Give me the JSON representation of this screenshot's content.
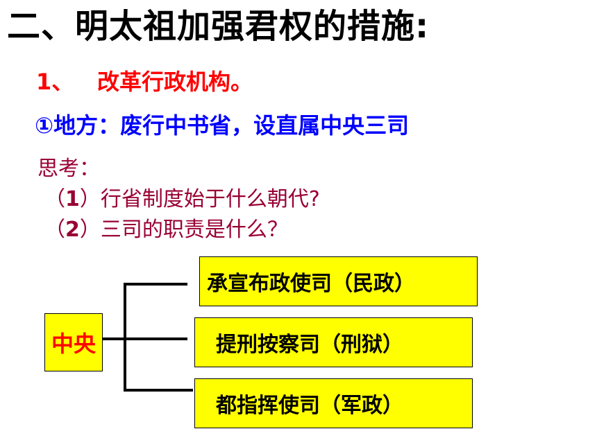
{
  "slide": {
    "title": "二、明太祖加强君权的措施:",
    "section_number": "1、",
    "section_title": "改革行政机构。",
    "local_point": "①地方：废行中书省，设直属中央三司",
    "think_label": "思考：",
    "question1_open": "（",
    "question1_num": "1",
    "question1_text": "）行省制度始于什么朝代?",
    "question2_open": "（",
    "question2_num": "2",
    "question2_text": "）三司的职责是什么？"
  },
  "diagram": {
    "center": "中央",
    "branches": [
      "承宣布政使司（民政）",
      "提刑按察司（刑狱）",
      "都指挥使司（军政）"
    ],
    "box_color": "#ffff00",
    "center_text_color": "#ff0000"
  }
}
